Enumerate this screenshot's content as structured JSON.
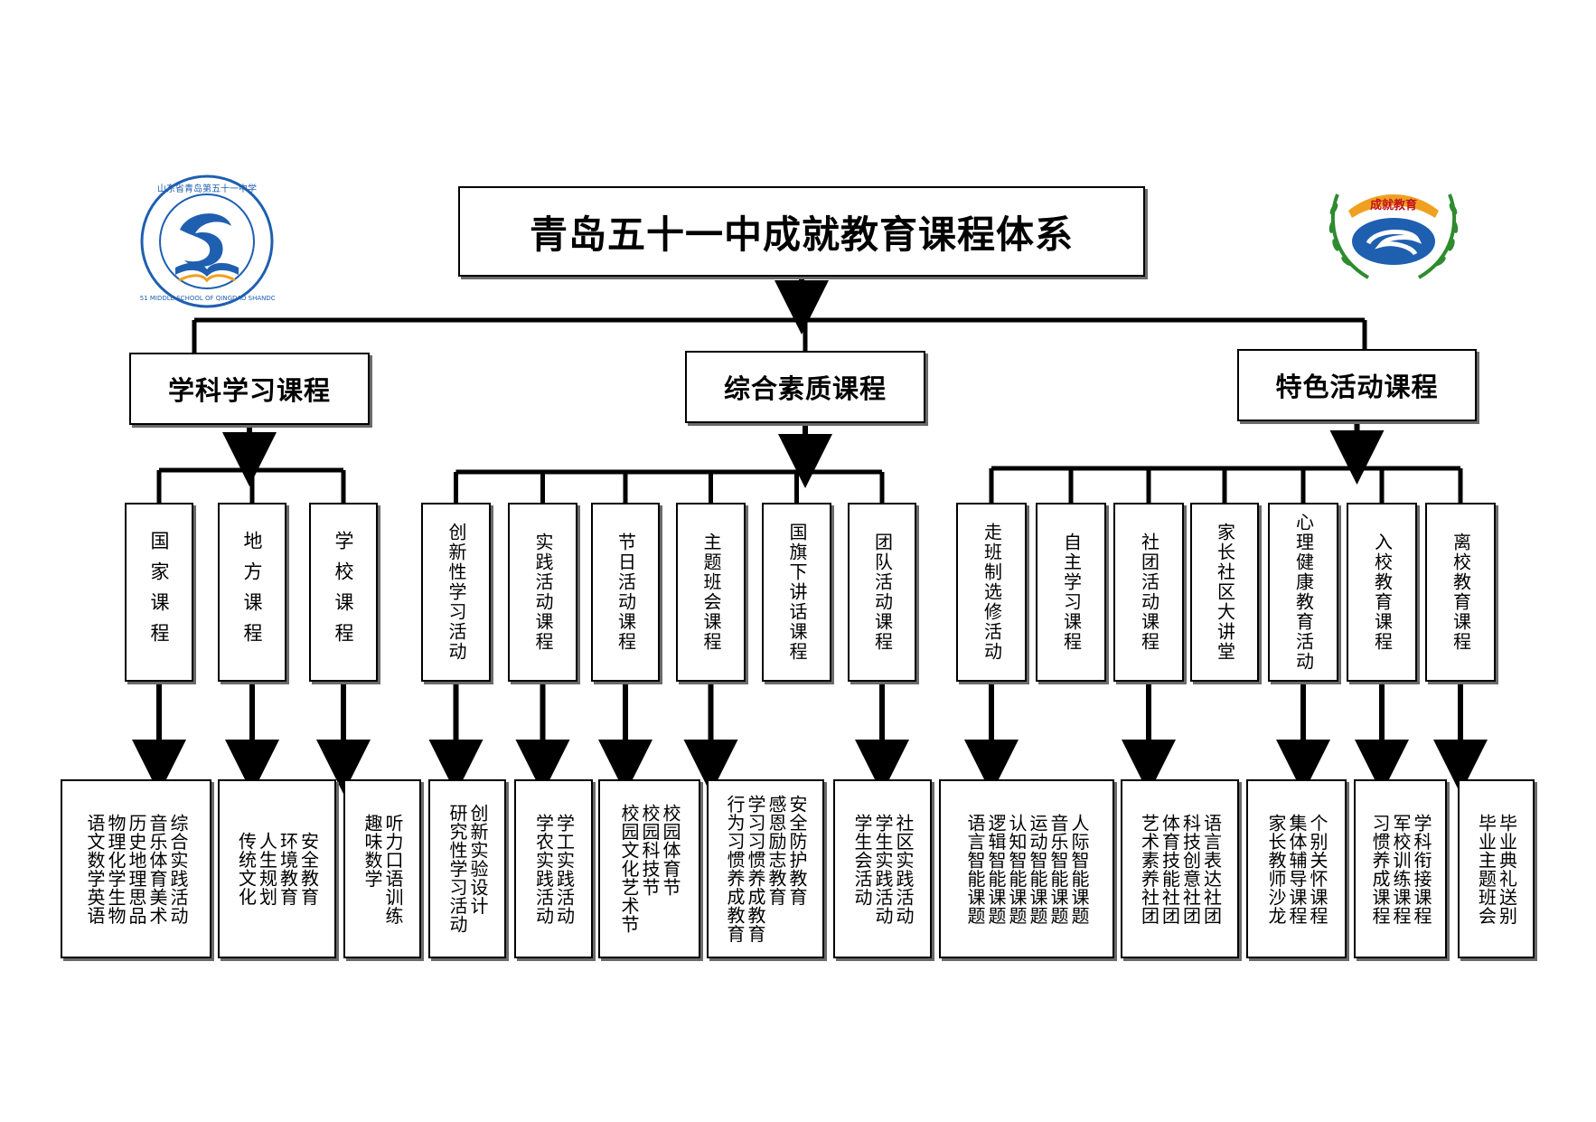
{
  "title": "青岛五十一中成就教育课程体系",
  "logos": {
    "school": {
      "ring_text": "山东省青岛第五十一中学",
      "ring_text_en": "NO.51 MIDDLE SCHOOL OF QINGDAO SHANDONG",
      "icon": "dolphin-book-emblem-icon"
    },
    "achievement": {
      "banner_text": "成就教育",
      "icon": "laurel-wreath-emblem-icon"
    }
  },
  "colors": {
    "line": "#000000",
    "shadow": "#6a6a6a",
    "logo_blue": "#1f5fb0",
    "logo_orange": "#f0a020",
    "logo_green": "#2e8b2e"
  },
  "categories": [
    {
      "label": "学科学习课程",
      "subs": [
        {
          "label": "国家课程",
          "leaf": [
            "综合实践活动",
            "音乐体育美术",
            "历史地理思品",
            "物理化学生物",
            "语文数学英语"
          ]
        },
        {
          "label": "地方课程",
          "leaf": [
            "安全教育",
            "环境教育",
            "人生规划",
            "传统文化"
          ]
        },
        {
          "label": "学校课程",
          "leaf": [
            "听力口语训练",
            "趣味数学"
          ]
        }
      ]
    },
    {
      "label": "综合素质课程",
      "subs": [
        {
          "label": "创新性学习活动",
          "leaf": [
            "创新实验设计",
            "研究性学习活动"
          ]
        },
        {
          "label": "实践活动课程",
          "leaf": [
            "学工实践活动",
            "学农实践活动"
          ]
        },
        {
          "label": "节日活动课程",
          "leaf": [
            "校园体育节",
            "校园科技节",
            "校园文化艺术节"
          ]
        },
        {
          "label": "主题班会课程",
          "leaf": [
            "安全防护教育",
            "感恩励志教育",
            "学习习惯养成教育",
            "行为习惯养成教育"
          ]
        },
        {
          "label": "国旗下讲话课程",
          "leaf": null
        },
        {
          "label": "团队活动课程",
          "leaf": [
            "社区实践活动",
            "学生实践活动",
            "学生会活动"
          ]
        }
      ]
    },
    {
      "label": "特色活动课程",
      "subs": [
        {
          "label": "走班制选修活动",
          "leaf": [
            "人际智能课题",
            "音乐智能课题",
            "运动智能课题",
            "认知智能课题",
            "逻辑智能课题",
            "语言智能课题"
          ]
        },
        {
          "label": "自主学习课程",
          "leaf": null
        },
        {
          "label": "社团活动课程",
          "leaf": [
            "语言表达社团",
            "科技创意社团",
            "体育技能社团",
            "艺术素养社团"
          ]
        },
        {
          "label": "家长社区大讲堂",
          "leaf": null
        },
        {
          "label": "心理健康教育活动",
          "leaf": [
            "个别关怀课程",
            "集体辅导课程",
            "家长教师沙龙"
          ]
        },
        {
          "label": "入校教育课程",
          "leaf": [
            "学科衔接课程",
            "军校训练课程",
            "习惯养成课程"
          ]
        },
        {
          "label": "离校教育课程",
          "leaf": [
            "毕业典礼送别",
            "毕业主题班会"
          ]
        }
      ]
    }
  ]
}
